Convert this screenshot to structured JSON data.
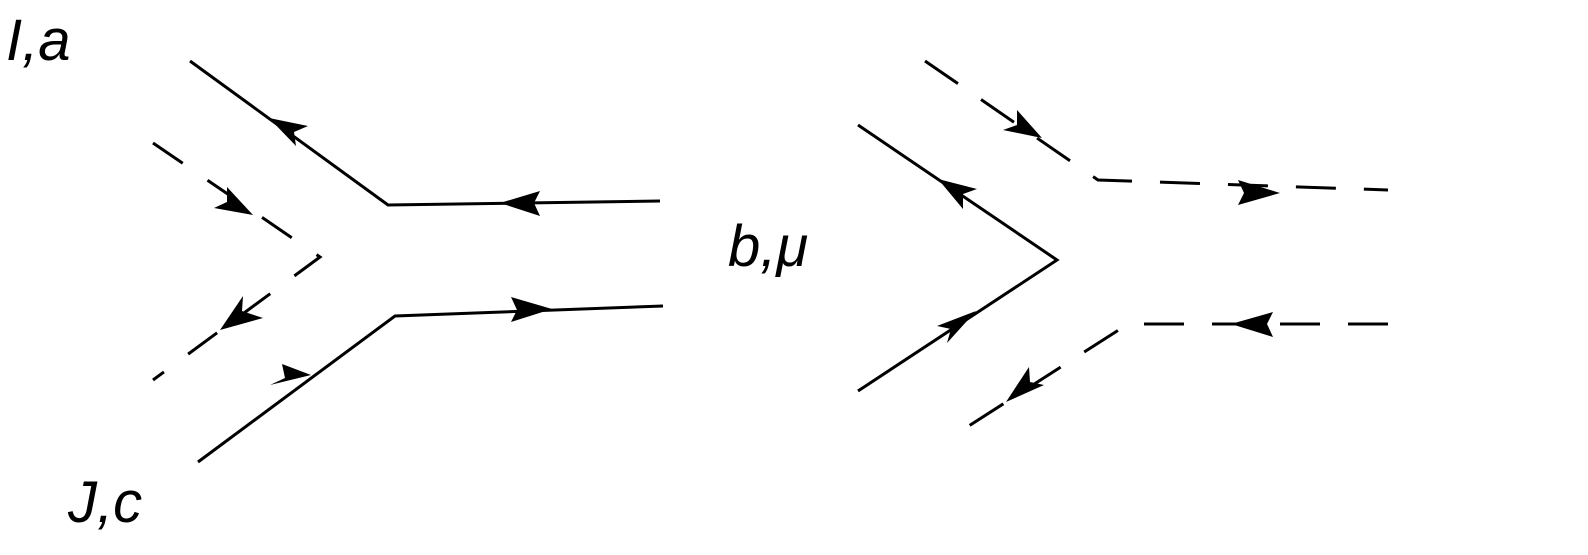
{
  "labels": {
    "top_left": "I,a",
    "bottom_left": "J,c",
    "center": "b,μ"
  },
  "colors": {
    "background": "#ffffff",
    "line": "#000000"
  },
  "diagrams": [
    {
      "name": "left-vertex",
      "solid_lines": 2,
      "dashed_lines": 2,
      "arrows": 6
    },
    {
      "name": "right-vertex",
      "solid_lines": 2,
      "dashed_lines": 2,
      "arrows": 6
    }
  ]
}
